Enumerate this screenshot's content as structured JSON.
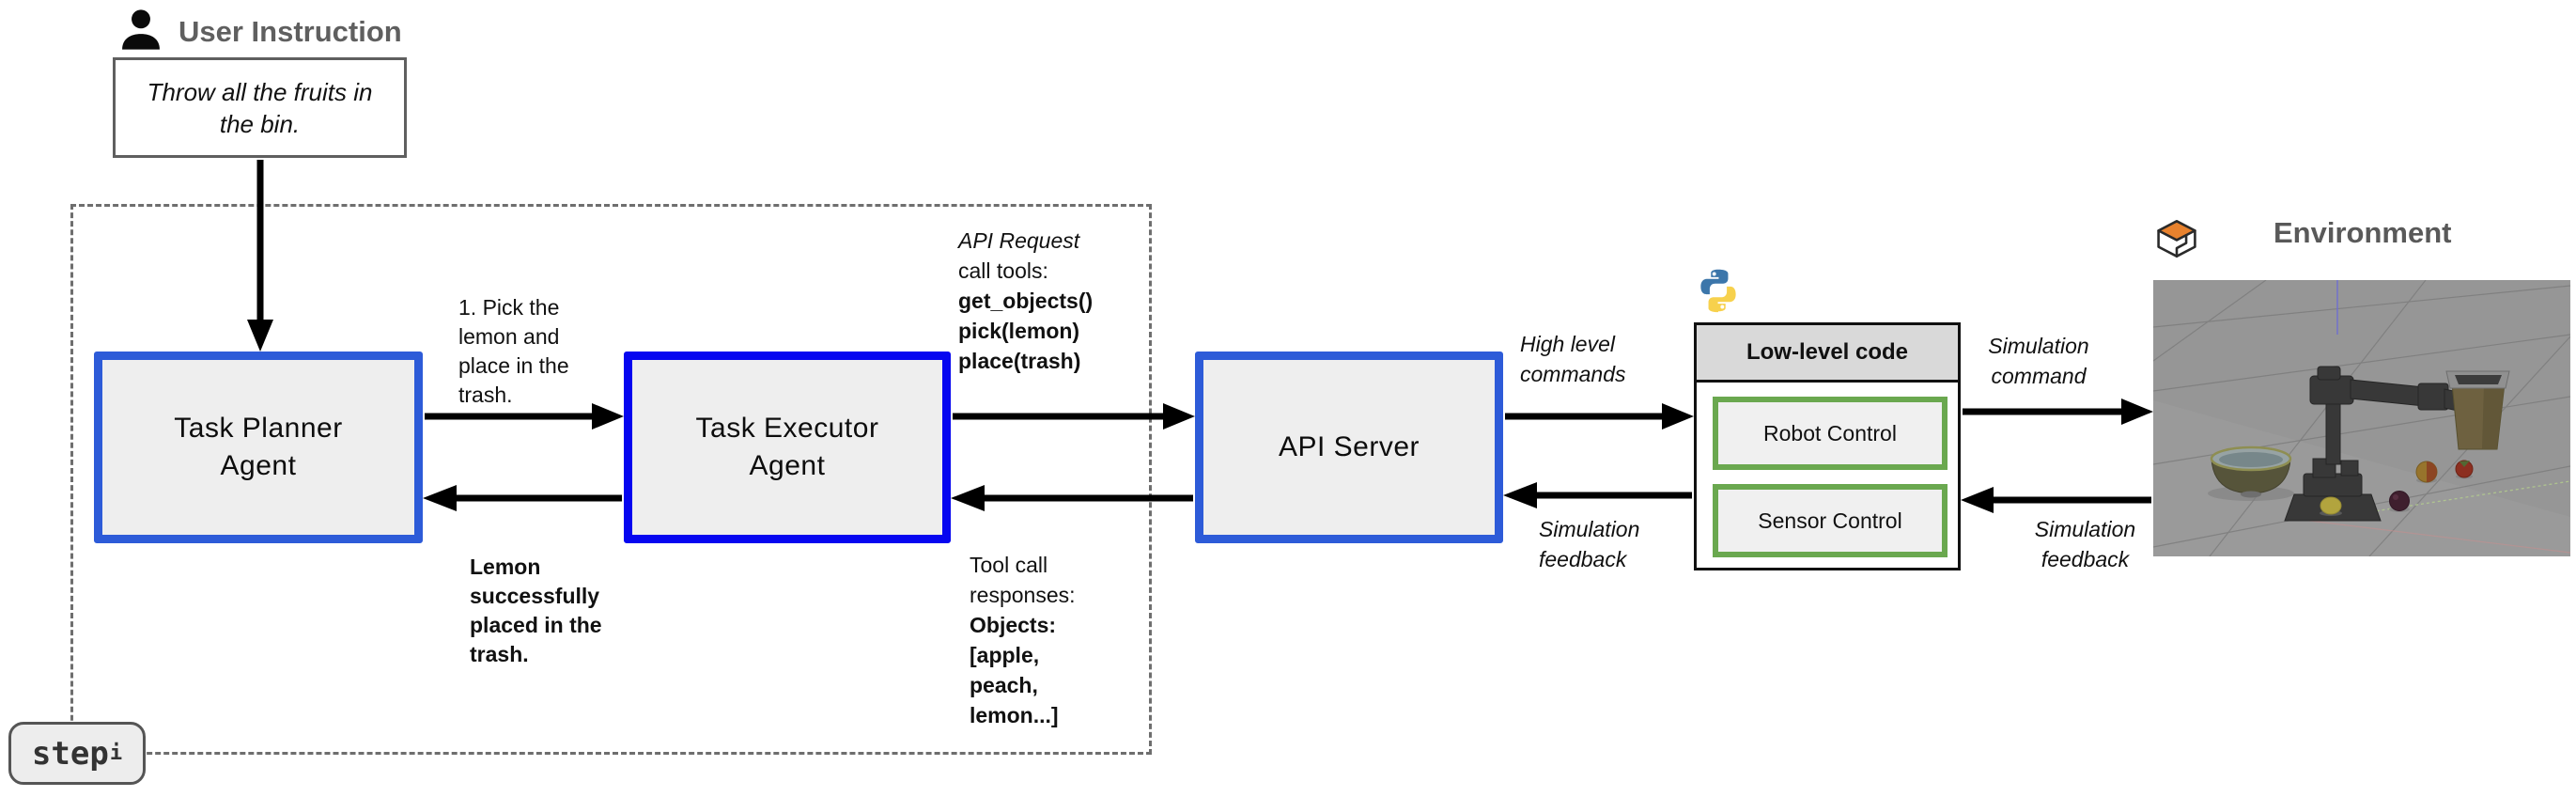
{
  "header": {
    "user_instruction_label": "User Instruction",
    "environment_label": "Environment"
  },
  "user_instruction_box": {
    "text": "Throw all the fruits in\nthe bin."
  },
  "step_badge": {
    "base": "step",
    "subscript": "i"
  },
  "boxes": {
    "task_planner": "Task Planner\nAgent",
    "task_executor": "Task Executor\nAgent",
    "api_server": "API Server",
    "low_level_header": "Low-level code",
    "robot_control": "Robot Control",
    "sensor_control": "Sensor Control"
  },
  "annotations": {
    "plan_step": "1. Pick the\nlemon and\nplace in the\ntrash.",
    "plan_result": "Lemon\nsuccessfully\nplaced in the\ntrash.",
    "api_request_title": "API Request",
    "api_request_sub": "call tools:",
    "api_request_calls": "get_objects()\npick(lemon)\nplace(trash)",
    "tool_response_title": "Tool call\nresponses:",
    "tool_response_objects": "Objects:\n[apple,\npeach,\nlemon...]",
    "high_level_commands": "High level\ncommands",
    "sim_feedback_mid": "Simulation\nfeedback",
    "sim_command": "Simulation\ncommand",
    "sim_feedback_right": "Simulation\nfeedback"
  },
  "icons": {
    "user": "person-icon",
    "python": "python-logo-icon",
    "environment": "simulator-cube-icon"
  },
  "colors": {
    "planner_border": "#2d5bd8",
    "executor_border": "#0606f0",
    "api_border": "#2d5bd8",
    "module_border": "#6aa84f",
    "box_fill": "#eeeeee",
    "lowlevel_header_fill": "#d9d9d9",
    "label_gray": "#5f5f5f",
    "python_blue": "#3c76aa",
    "python_yellow": "#f7d14d",
    "cube_orange": "#e8822e"
  }
}
